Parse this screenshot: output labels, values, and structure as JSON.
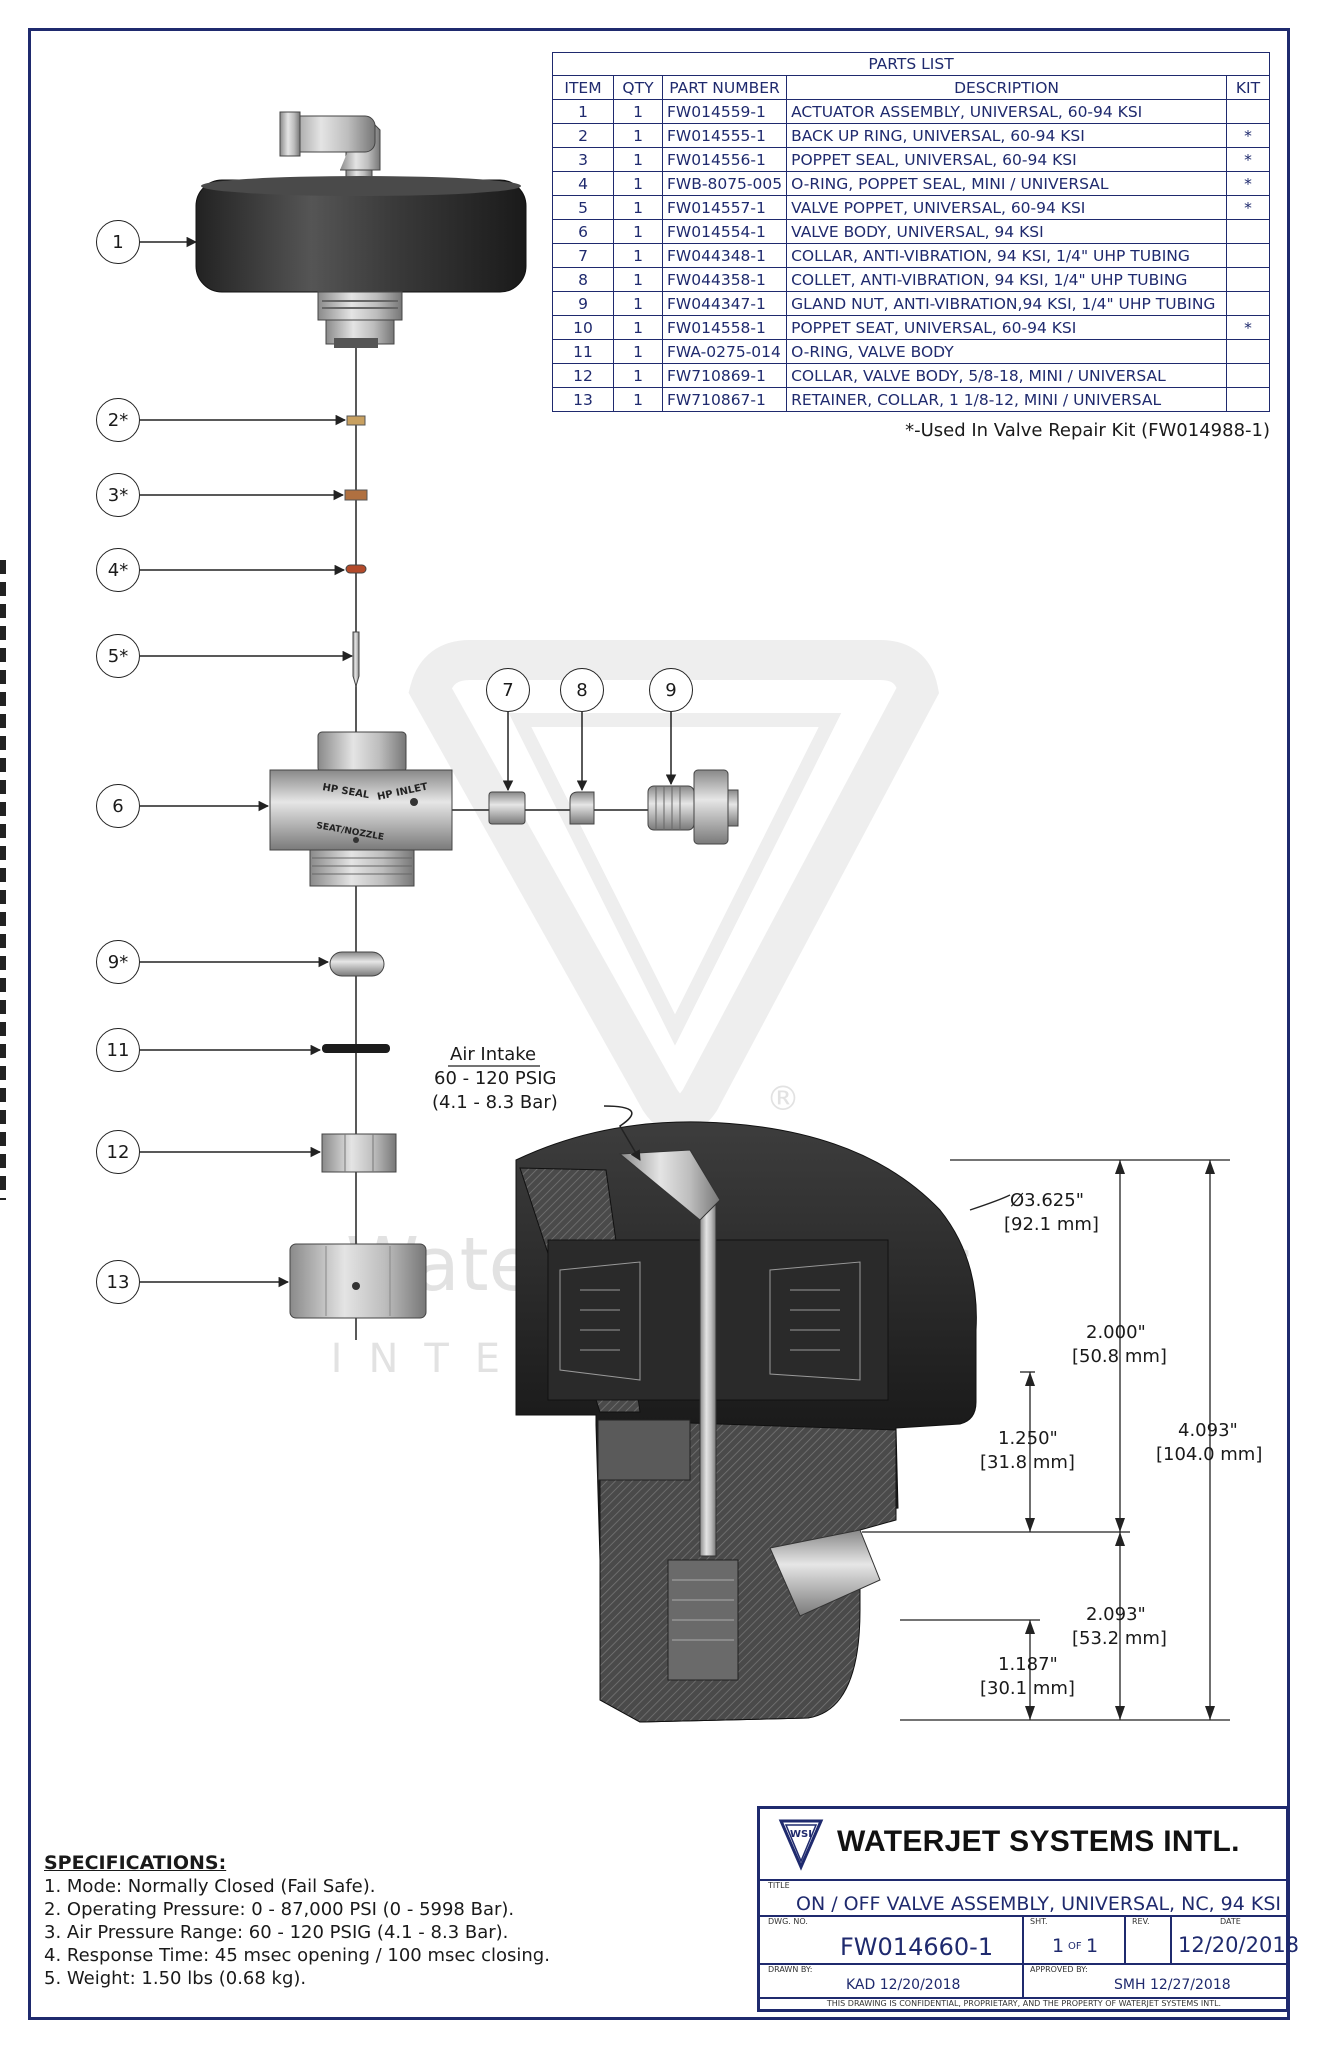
{
  "parts_list": {
    "title": "PARTS LIST",
    "headers": [
      "ITEM",
      "QTY",
      "PART NUMBER",
      "DESCRIPTION",
      "KIT"
    ],
    "rows": [
      [
        "1",
        "1",
        "FW014559-1",
        "ACTUATOR ASSEMBLY, UNIVERSAL, 60-94 KSI",
        ""
      ],
      [
        "2",
        "1",
        "FW014555-1",
        "BACK UP RING, UNIVERSAL, 60-94 KSI",
        "*"
      ],
      [
        "3",
        "1",
        "FW014556-1",
        "POPPET SEAL, UNIVERSAL, 60-94 KSI",
        "*"
      ],
      [
        "4",
        "1",
        "FWB-8075-005",
        "O-RING, POPPET SEAL, MINI / UNIVERSAL",
        "*"
      ],
      [
        "5",
        "1",
        "FW014557-1",
        "VALVE POPPET, UNIVERSAL, 60-94 KSI",
        "*"
      ],
      [
        "6",
        "1",
        "FW014554-1",
        "VALVE BODY, UNIVERSAL, 94 KSI",
        ""
      ],
      [
        "7",
        "1",
        "FW044348-1",
        "COLLAR, ANTI-VIBRATION, 94 KSI, 1/4\" UHP TUBING",
        ""
      ],
      [
        "8",
        "1",
        "FW044358-1",
        "COLLET, ANTI-VIBRATION, 94 KSI, 1/4\" UHP TUBING",
        ""
      ],
      [
        "9",
        "1",
        "FW044347-1",
        "GLAND NUT, ANTI-VIBRATION,94 KSI, 1/4\" UHP TUBING",
        ""
      ],
      [
        "10",
        "1",
        "FW014558-1",
        "POPPET SEAT, UNIVERSAL, 60-94 KSI",
        "*"
      ],
      [
        "11",
        "1",
        "FWA-0275-014",
        "O-RING, VALVE BODY",
        ""
      ],
      [
        "12",
        "1",
        "FW710869-1",
        "COLLAR, VALVE BODY, 5/8-18, MINI / UNIVERSAL",
        ""
      ],
      [
        "13",
        "1",
        "FW710867-1",
        "RETAINER, COLLAR, 1 1/8-12, MINI / UNIVERSAL",
        ""
      ]
    ],
    "kit_note": "*-Used In Valve Repair Kit (FW014988-1)"
  },
  "balloons": {
    "b1": "1",
    "b2": "2*",
    "b3": "3*",
    "b4": "4*",
    "b5": "5*",
    "b6": "6",
    "b7": "7",
    "b8": "8",
    "b9": "9",
    "b9s": "9*",
    "b11": "11",
    "b12": "12",
    "b13": "13"
  },
  "body_labels": {
    "hp_seal": "HP SEAL",
    "hp_inlet": "HP INLET",
    "seat_nozzle": "SEAT/NOZZLE"
  },
  "air_intake": {
    "title": "Air Intake",
    "psig": "60 - 120 PSIG",
    "bar": "(4.1 - 8.3 Bar)"
  },
  "dimensions": {
    "diameter": "Ø3.625\"",
    "diameter_mm": "[92.1 mm]",
    "d2000": "2.000\"",
    "d2000_mm": "[50.8 mm]",
    "d1250": "1.250\"",
    "d1250_mm": "[31.8 mm]",
    "d4093": "4.093\"",
    "d4093_mm": "[104.0 mm]",
    "d2093": "2.093\"",
    "d2093_mm": "[53.2 mm]",
    "d1187": "1.187\"",
    "d1187_mm": "[30.1 mm]"
  },
  "watermark": {
    "brand": "WaterjetSystems",
    "sub": "INTERNATIONAL",
    "registered": "®"
  },
  "specifications": {
    "title": "SPECIFICATIONS:",
    "items": [
      "1. Mode: Normally Closed (Fail Safe).",
      "2. Operating Pressure: 0 - 87,000 PSI (0 - 5998 Bar).",
      "3. Air Pressure Range: 60 - 120 PSIG (4.1 - 8.3 Bar).",
      "4. Response Time: 45 msec opening / 100 msec closing.",
      "5. Weight: 1.50 lbs (0.68 kg)."
    ]
  },
  "title_block": {
    "company": "WATERJET SYSTEMS INTL.",
    "logo_letters": "WSI",
    "title_label": "TITLE",
    "title": "ON / OFF VALVE ASSEMBLY, UNIVERSAL, NC, 94 KSI",
    "dwg_label": "DWG. NO.",
    "dwg_no": "FW014660-1",
    "sht_label": "SHT.",
    "sht": "1",
    "sht_of": "OF",
    "sht_total": "1",
    "rev_label": "REV.",
    "rev": "",
    "date_label": "DATE",
    "date": "12/20/2018",
    "drawn_label": "DRAWN BY:",
    "drawn": "KAD  12/20/2018",
    "approved_label": "APPROVED BY:",
    "approved": "SMH  12/27/2018",
    "confidential": "THIS DRAWING IS CONFIDENTIAL, PROPRIETARY, AND THE PROPERTY OF WATERJET SYSTEMS INTL."
  }
}
